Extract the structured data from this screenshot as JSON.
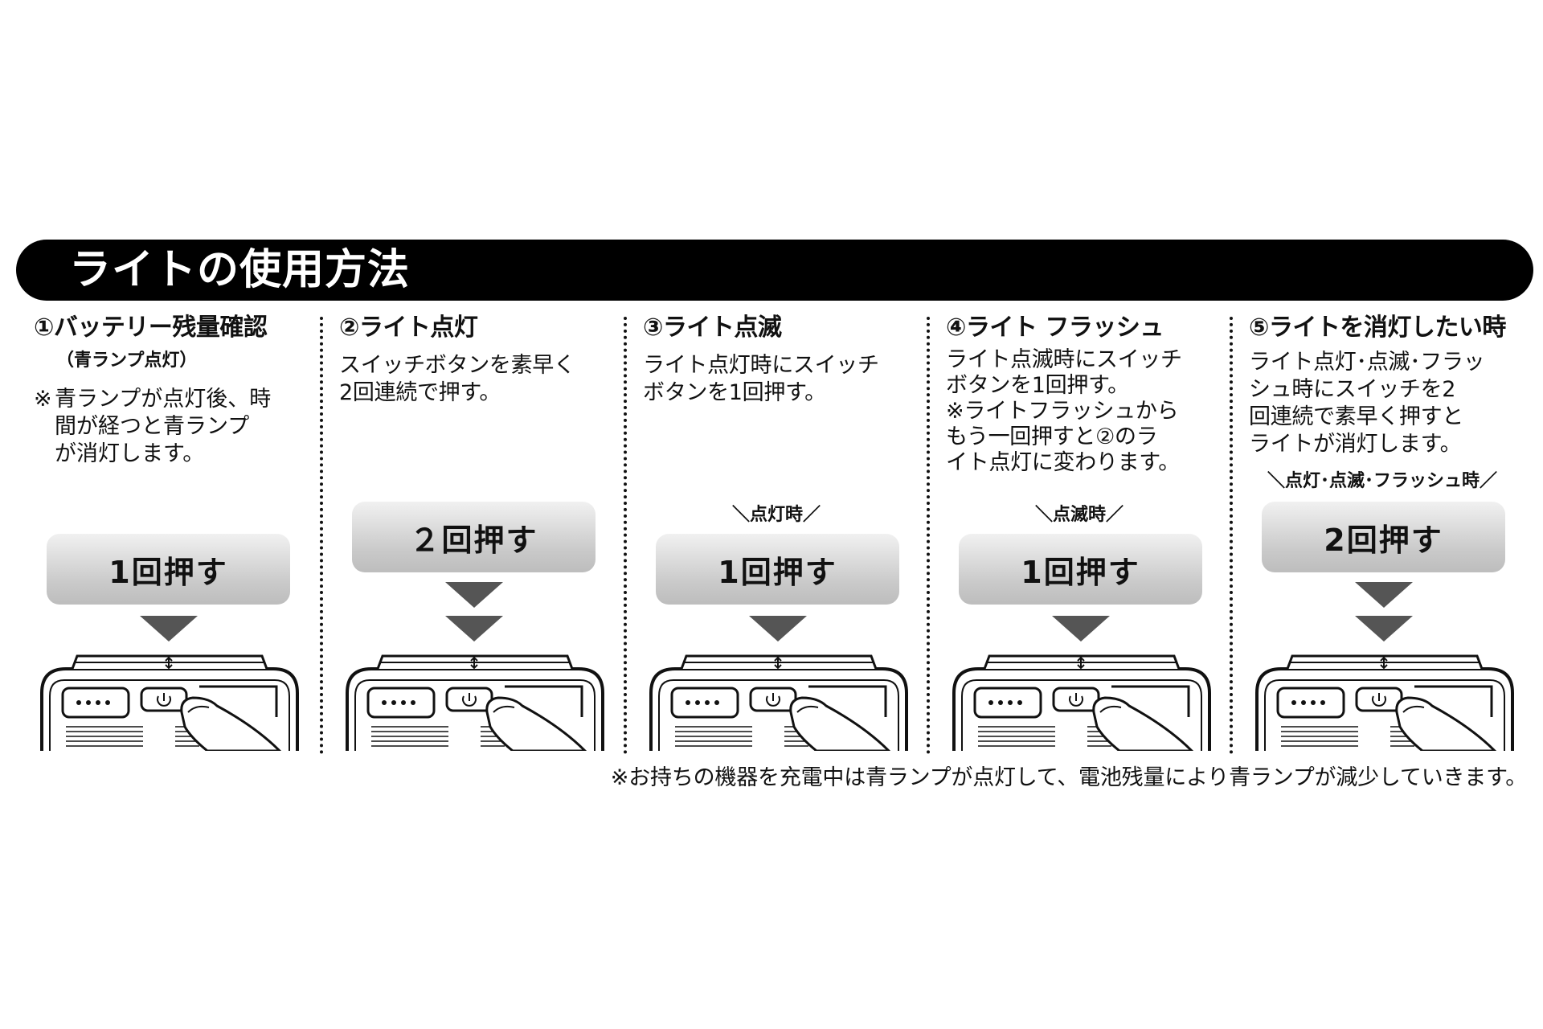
{
  "banner": {
    "title": "ライトの使用方法"
  },
  "columns": [
    {
      "title": "①バッテリー残量確認",
      "subtitle": "（青ランプ点灯）",
      "note_mark": "※",
      "note": "青ランプが点灯後、時\n間が経つと青ランプ\nが消灯します。",
      "button": "1回押す"
    },
    {
      "title": "②ライト点灯",
      "description": "スイッチボタンを素早く\n2回連続で押す。",
      "button": "２回押す"
    },
    {
      "title": "③ライト点滅",
      "description": "ライト点灯時にスイッチ\nボタンを1回押す。",
      "timing": "＼点灯時／",
      "button": "1回押す"
    },
    {
      "title": "④ライト フラッシュ",
      "description": "ライト点滅時にスイッチ\nボタンを1回押す。\n※ライトフラッシュから\nもう一回押すと②のラ\nイト点灯に変わります。",
      "timing": "＼点滅時／",
      "button": "1回押す"
    },
    {
      "title": "⑤ライトを消灯したい時",
      "description": "ライト点灯･点滅･フラッ\nシュ時にスイッチを2\n回連続で素早く押すと\nライトが消灯します。",
      "timing": "＼点灯･点滅･フラッシュ時／",
      "button": "2回押す"
    }
  ],
  "footnote": "※お持ちの機器を充電中は青ランプが点灯して、電池残量により青ランプが減少していきます。",
  "colors": {
    "banner_bg": "#000000",
    "banner_text": "#ffffff",
    "button_gray": "#c9c9c9",
    "arrow": "#555555"
  },
  "icons": [
    "power-icon",
    "finger-icon",
    "charging-device-icon",
    "down-arrow-icon"
  ]
}
